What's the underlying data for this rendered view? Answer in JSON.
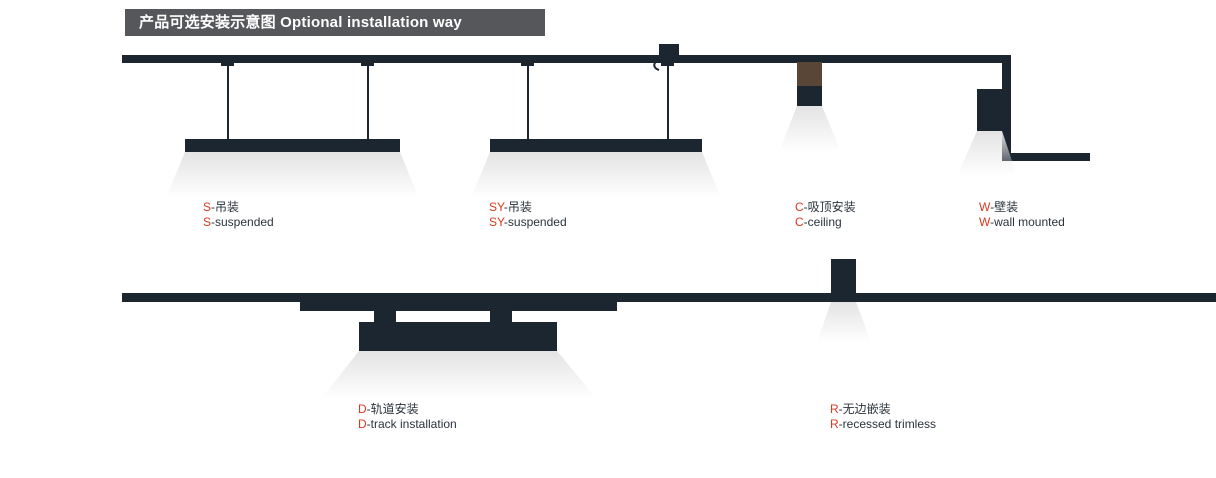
{
  "header": {
    "title": "产品可选安装示意图 Optional installation way"
  },
  "colors": {
    "structure_dark": "#1c2630",
    "accent_red": "#d83a1e",
    "header_bg": "#56575a",
    "header_text": "#ffffff",
    "beam_gray": "#e3e3e3",
    "ceiling_mount_brown": "#5a4636"
  },
  "installations": [
    {
      "id": "s",
      "prefix": "S",
      "cn": "-吊装",
      "en": "-suspended"
    },
    {
      "id": "sy",
      "prefix": "SY",
      "cn": "-吊装",
      "en": "-suspended"
    },
    {
      "id": "c",
      "prefix": "C",
      "cn": "-吸顶安装",
      "en": "-ceiling"
    },
    {
      "id": "w",
      "prefix": "W",
      "cn": "-壁装",
      "en": "-wall mounted"
    },
    {
      "id": "d",
      "prefix": "D",
      "cn": "-轨道安装",
      "en": "-track installation"
    },
    {
      "id": "r",
      "prefix": "R",
      "cn": "-无边嵌装",
      "en": "-recessed trimless"
    }
  ]
}
